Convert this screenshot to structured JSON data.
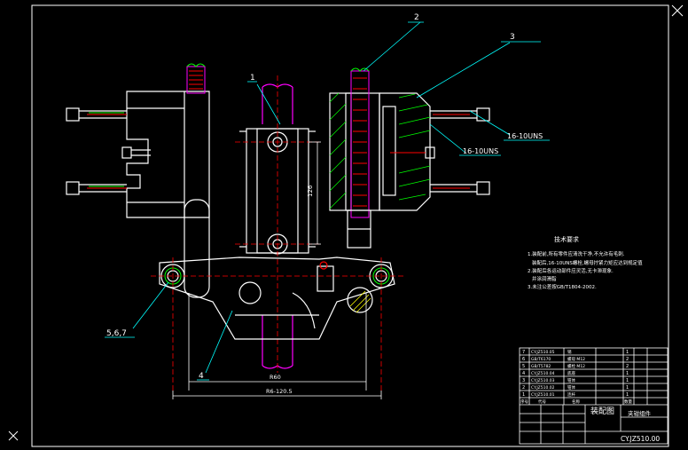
{
  "canvas": {
    "background": "#000000"
  },
  "colors": {
    "border": "#ffffff",
    "line": "#ffffff",
    "leader": "#00ffff",
    "thread": "#ff0000",
    "hatch": "#00ff00",
    "magenta": "#ff00ff",
    "yellow": "#ffff00",
    "center": "#ff0000"
  },
  "callouts": {
    "part1": "1",
    "part2": "2",
    "part3": "3",
    "part4": "4",
    "part567": "5,6,7",
    "thread_upper": "16-10UNS",
    "thread_lower": "16-10UNS"
  },
  "dimensions": {
    "bottom_inner": "R60",
    "bottom_outer": "R6-120.5",
    "vertical": "126"
  },
  "technical_requirements": {
    "title": "技术要求",
    "lines": [
      "1.装配前,所有零件应清洗干净,不允许有毛刺.",
      "装配后,16-10UNS螺栓,螺母拧紧力矩应达到规定值",
      "2.装配后各运动部件应灵活,无卡滞现象.",
      "并涂润滑脂",
      "3.未注公差按GB/T1804-2002."
    ]
  },
  "title_block": {
    "drawing_name": "装配图",
    "drawing_number": "CY.JZ510.00",
    "material_note": "夹钳组件",
    "parts": [
      {
        "no": "7",
        "code": "CY.JZ510.05",
        "name": "销",
        "qty": "1"
      },
      {
        "no": "6",
        "code": "GB/T6170",
        "name": "螺母 M12",
        "qty": "2"
      },
      {
        "no": "5",
        "code": "GB/T5782",
        "name": "螺栓 M12",
        "qty": "2"
      },
      {
        "no": "4",
        "code": "CY.JZ510.04",
        "name": "底座",
        "qty": "1"
      },
      {
        "no": "3",
        "code": "CY.JZ510.03",
        "name": "钳体",
        "qty": "1"
      },
      {
        "no": "2",
        "code": "CY.JZ510.02",
        "name": "钳体",
        "qty": "1"
      },
      {
        "no": "1",
        "code": "CY.JZ510.01",
        "name": "连杆",
        "qty": "1"
      }
    ],
    "header": {
      "no": "序号",
      "code": "代号",
      "name": "名称",
      "qty": "数量"
    }
  }
}
